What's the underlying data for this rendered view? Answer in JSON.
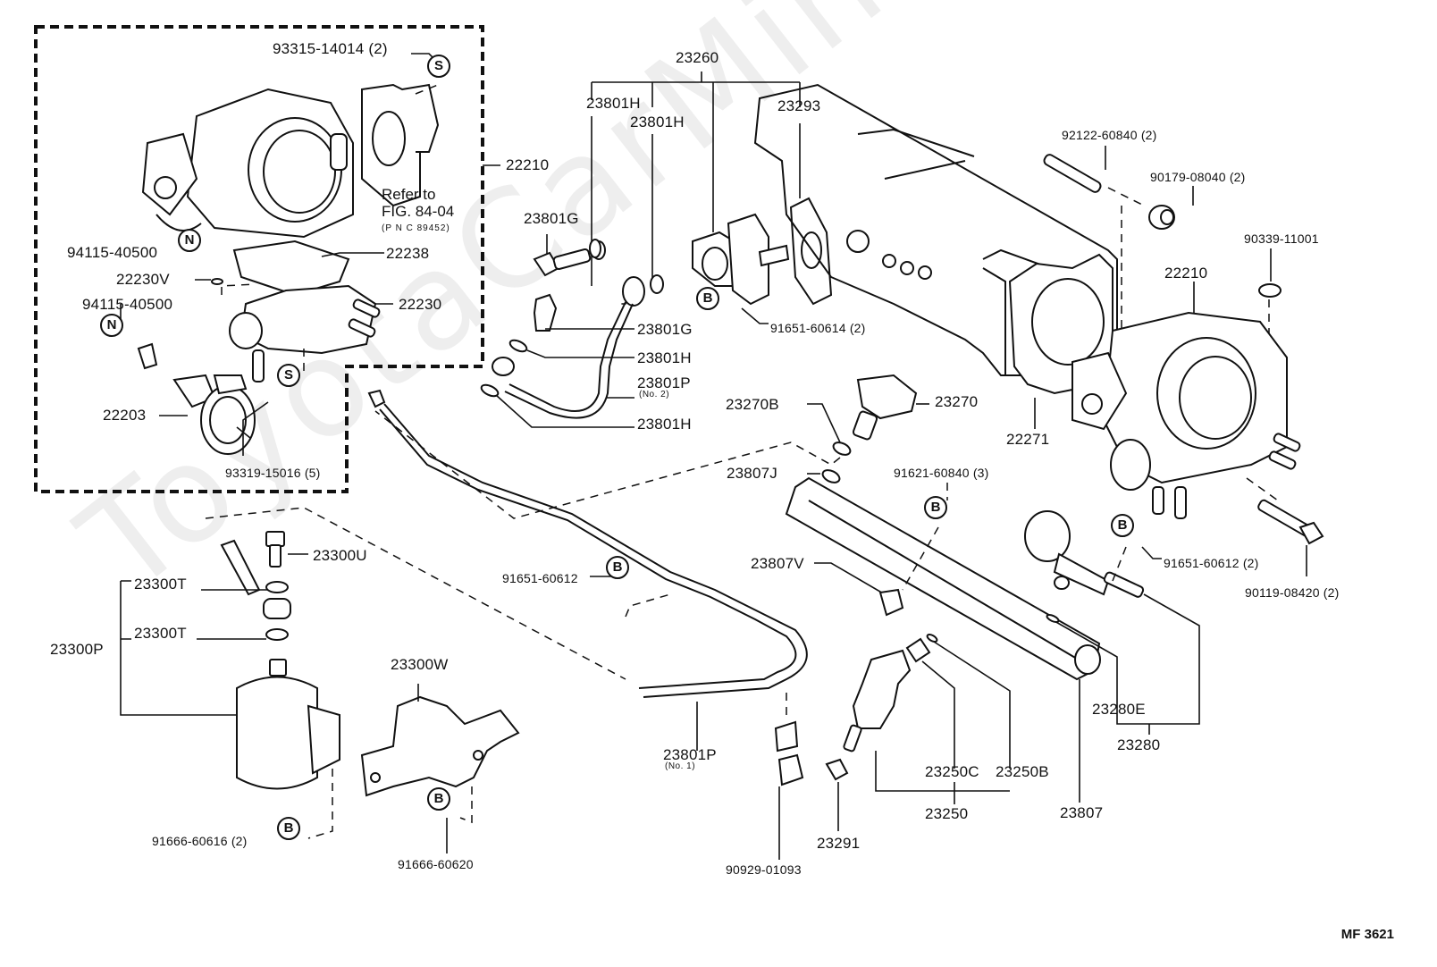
{
  "diagram": {
    "watermark": "ToyotaCarMiner.ru",
    "figure_id": "MF 3621",
    "refer_note": {
      "line1": "Refer to",
      "line2": "FIG. 84-04",
      "line3": "(P N C 89452)"
    },
    "symbols": {
      "S": "S",
      "N": "N",
      "B": "B"
    },
    "labels": {
      "p93315_14014": "93315-14014 (2)",
      "p22210_left": "22210",
      "p94115_40500_a": "94115-40500",
      "p22238": "22238",
      "p22230V": "22230V",
      "p94115_40500_b": "94115-40500",
      "p22230": "22230",
      "p22203": "22203",
      "p93319_15016": "93319-15016 (5)",
      "p23260": "23260",
      "p23801H_a": "23801H",
      "p23801H_b": "23801H",
      "p23293": "23293",
      "p23801G_a": "23801G",
      "p23801G_b": "23801G",
      "p23801H_c": "23801H",
      "p23801P_2": "23801P",
      "p23801P_2_sub": "(No. 2)",
      "p23801H_d": "23801H",
      "p91651_60614": "91651-60614 (2)",
      "p92122_60840": "92122-60840 (2)",
      "p90179_08040": "90179-08040 (2)",
      "p90339_11001": "90339-11001",
      "p22210_right": "22210",
      "p22271": "22271",
      "p23270B": "23270B",
      "p23270": "23270",
      "p23807J": "23807J",
      "p91621_60840": "91621-60840 (3)",
      "p23807V": "23807V",
      "p91651_60612_a": "91651-60612",
      "p91651_60612_b": "91651-60612 (2)",
      "p90119_08420": "90119-08420 (2)",
      "p23300U": "23300U",
      "p23300T_a": "23300T",
      "p23300T_b": "23300T",
      "p23300P": "23300P",
      "p23300W": "23300W",
      "p91666_60616": "91666-60616 (2)",
      "p91666_60620": "91666-60620",
      "p23801P_1": "23801P",
      "p23801P_1_sub": "(No. 1)",
      "p90929_01093": "90929-01093",
      "p23291": "23291",
      "p23250C": "23250C",
      "p23250B": "23250B",
      "p23250": "23250",
      "p23807": "23807",
      "p23280E": "23280E",
      "p23280": "23280"
    }
  }
}
